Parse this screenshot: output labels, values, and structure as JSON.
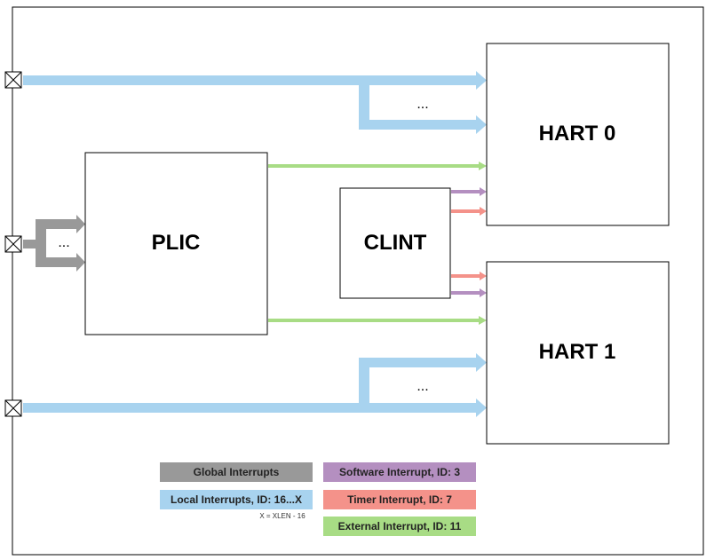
{
  "blocks": {
    "hart0": "HART 0",
    "hart1": "HART 1",
    "plic": "PLIC",
    "clint": "CLINT"
  },
  "ellipsis": "...",
  "legend": {
    "global": "Global Interrupts",
    "local": "Local Interrupts, ID: 16...X",
    "local_note": "X = XLEN - 16",
    "software": "Software Interrupt, ID: 3",
    "timer": "Timer Interrupt, ID: 7",
    "external": "External Interrupt, ID: 11"
  },
  "colors": {
    "global": "#999999",
    "local": "#a8d3ef",
    "software": "#b48fc0",
    "timer": "#f4928a",
    "external": "#a8dc85"
  }
}
